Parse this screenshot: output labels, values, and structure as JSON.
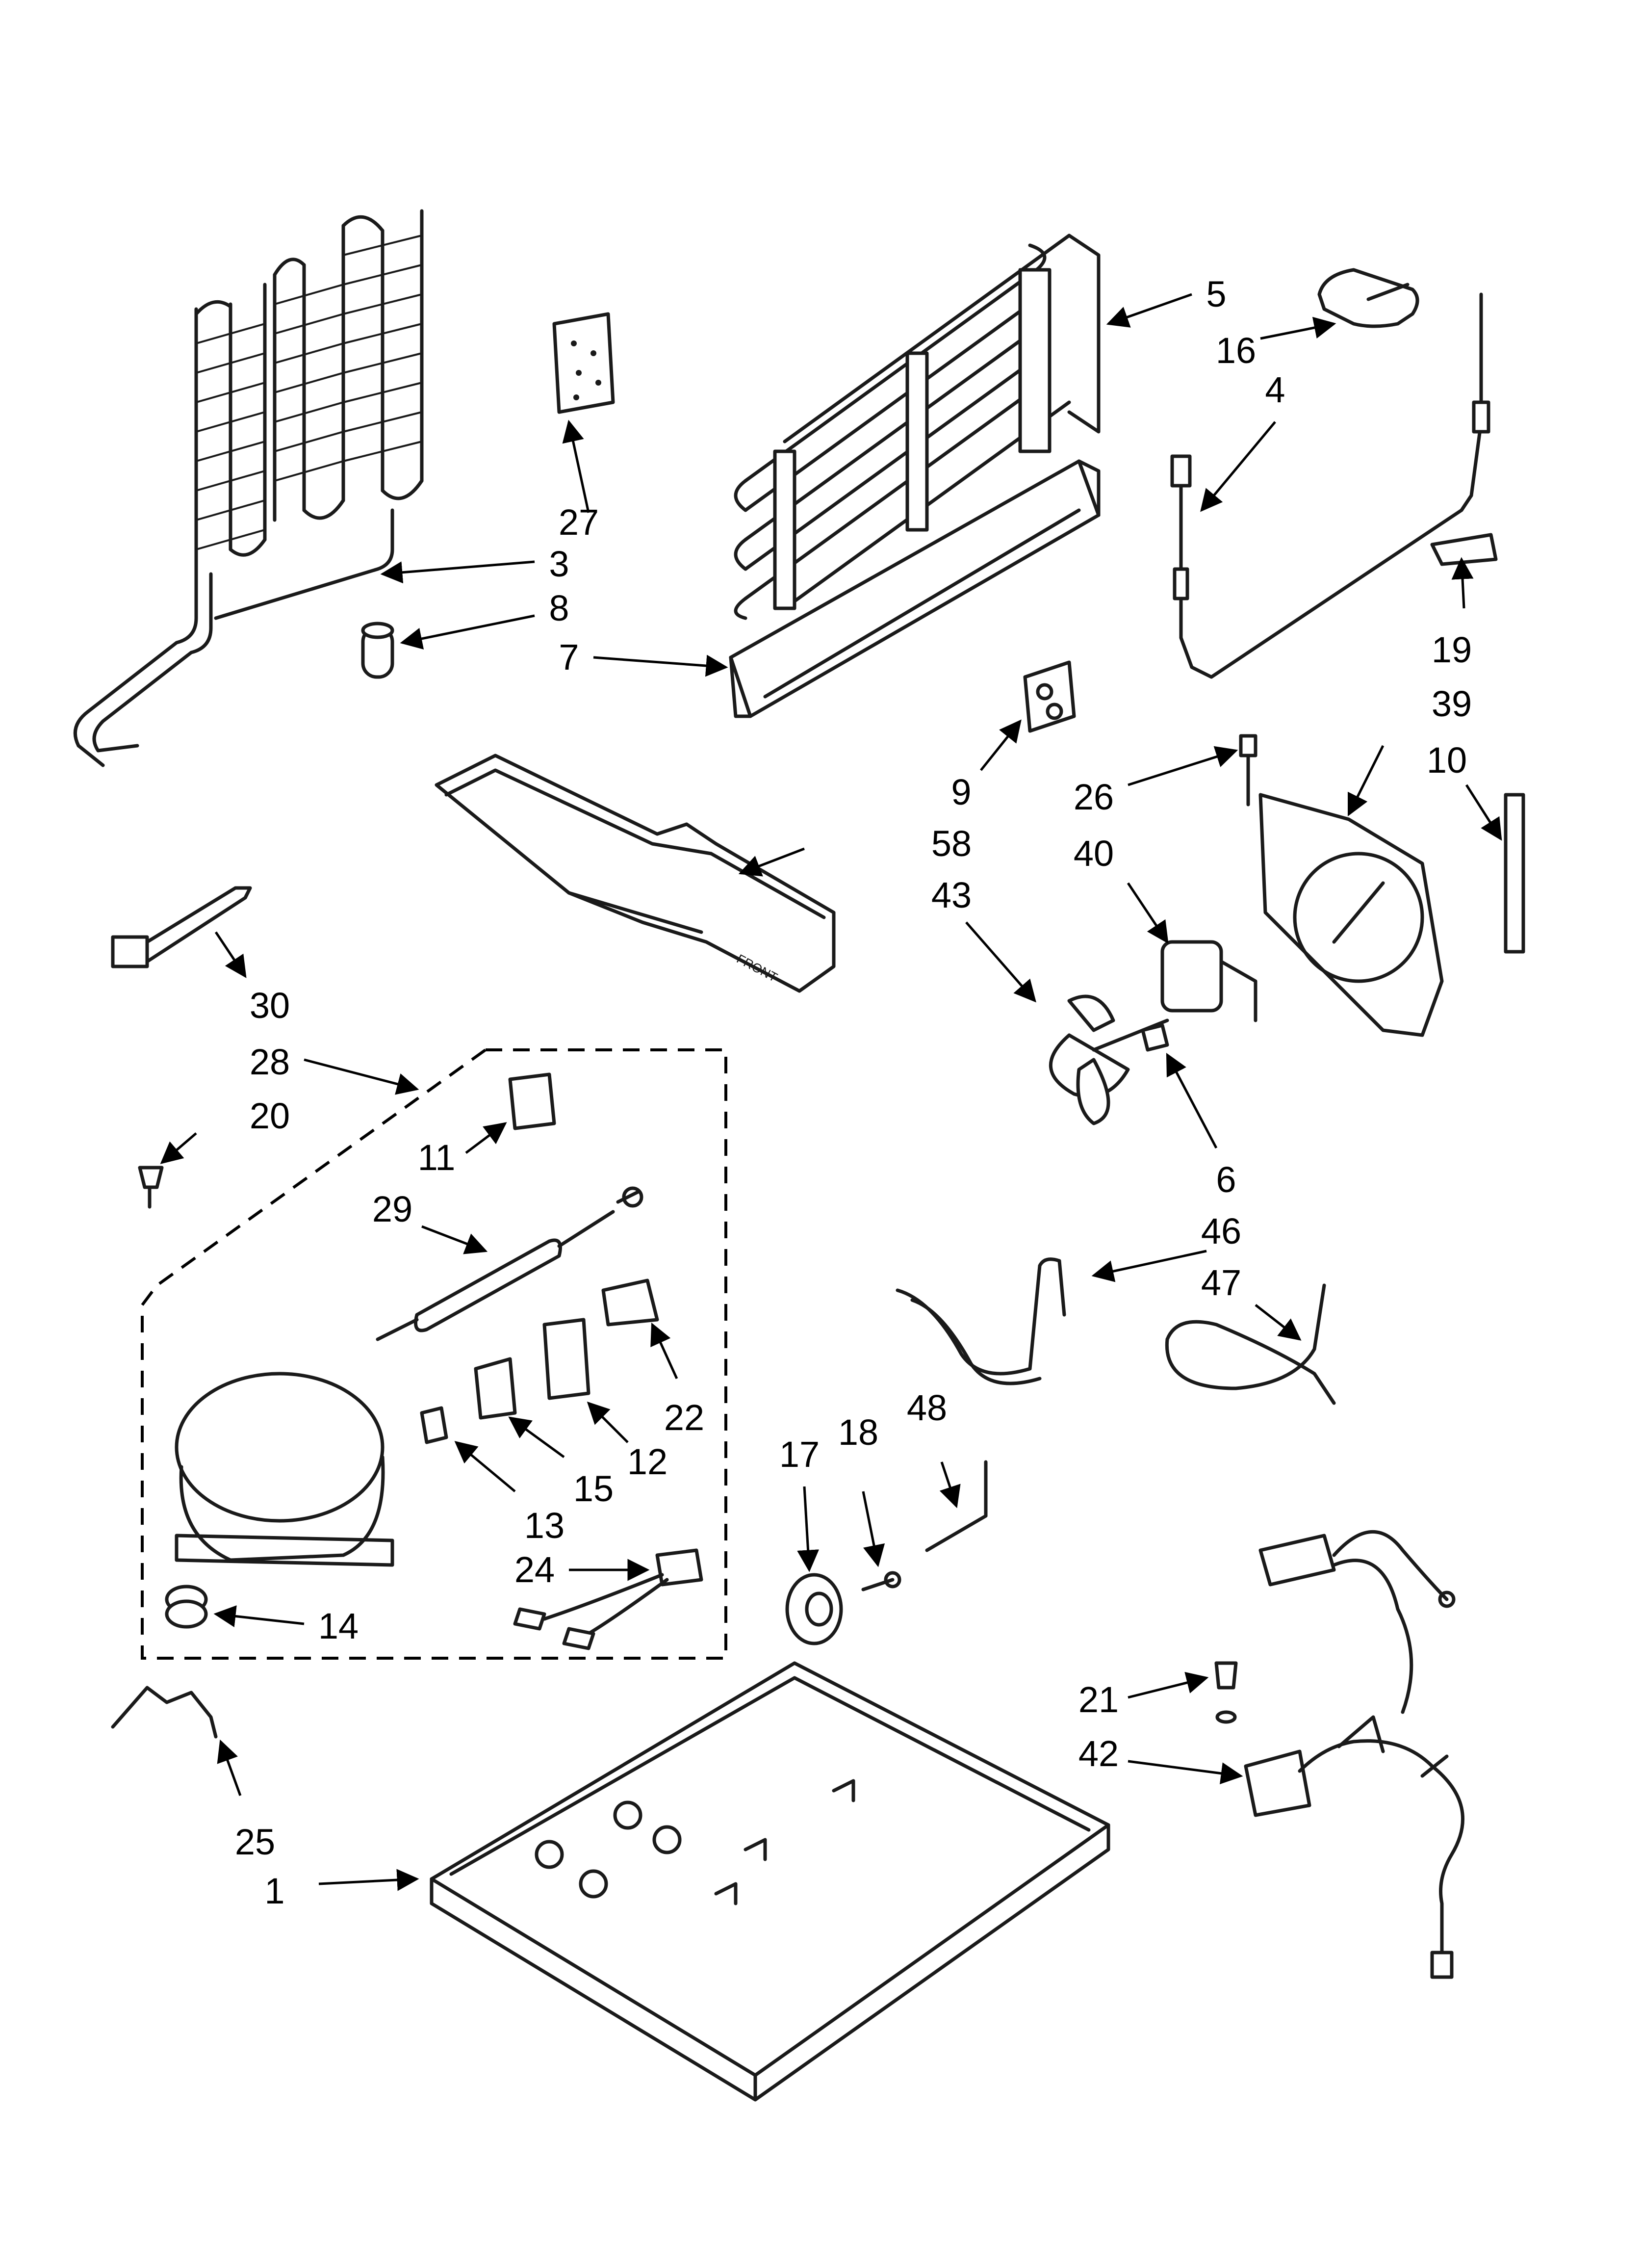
{
  "callouts": {
    "c1": "1",
    "c3": "3",
    "c4": "4",
    "c5": "5",
    "c6": "6",
    "c7": "7",
    "c8": "8",
    "c9": "9",
    "c10": "10",
    "c11": "11",
    "c12": "12",
    "c13": "13",
    "c14": "14",
    "c15": "15",
    "c16": "16",
    "c17": "17",
    "c18": "18",
    "c19": "19",
    "c20": "20",
    "c21": "21",
    "c22": "22",
    "c24": "24",
    "c25": "25",
    "c26": "26",
    "c27": "27",
    "c28": "28",
    "c29": "29",
    "c30": "30",
    "c39": "39",
    "c40": "40",
    "c42": "42",
    "c43": "43",
    "c46": "46",
    "c47": "47",
    "c48": "48",
    "c58": "58"
  },
  "labels": {
    "drain_pan_text": "FRONT"
  },
  "colors": {
    "line": "#1a1a1a",
    "background": "#ffffff"
  }
}
